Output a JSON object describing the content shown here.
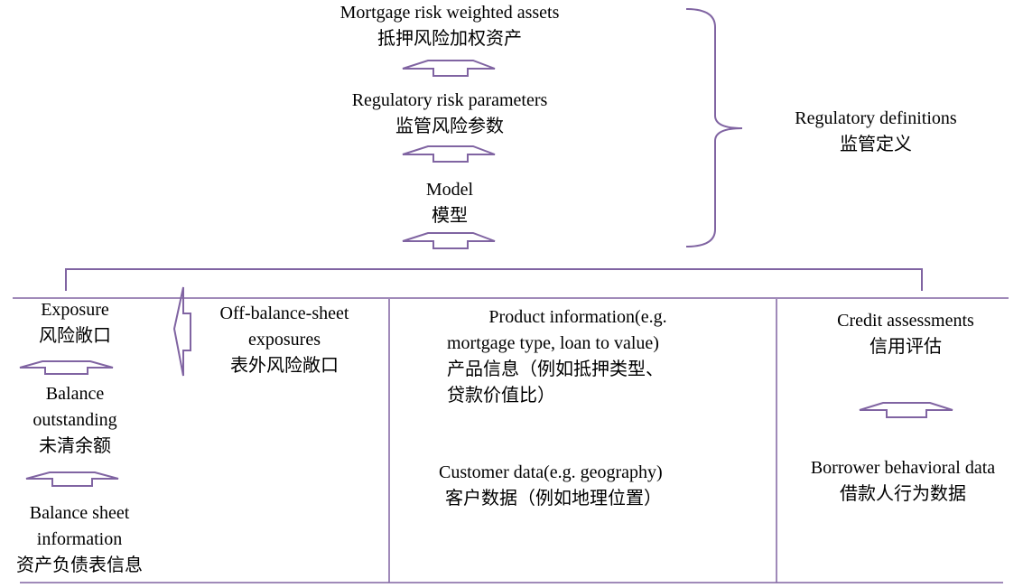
{
  "top_stack": {
    "rwa": {
      "en": "Mortgage risk weighted assets",
      "zh": "抵押风险加权资产"
    },
    "params": {
      "en": "Regulatory risk parameters",
      "zh": "监管风险参数"
    },
    "model": {
      "en": "Model",
      "zh": "模型"
    }
  },
  "regulatory_definitions": {
    "en": "Regulatory definitions",
    "zh": "监管定义"
  },
  "exposure_column": {
    "exposure": {
      "en": "Exposure",
      "zh": "风险敞口"
    },
    "balance_outstanding": {
      "en1": "Balance",
      "en2": "outstanding",
      "zh": "未清余额"
    },
    "balance_sheet": {
      "en1": "Balance sheet",
      "en2": "information",
      "zh": "资产负债表信息"
    }
  },
  "off_balance": {
    "en1": "Off-balance-sheet",
    "en2": "exposures",
    "zh": "表外风险敞口"
  },
  "product_column": {
    "product_info": {
      "en1": "Product information(e.g.",
      "en2": "mortgage type, loan to value)",
      "zh1": "产品信息（例如抵押类型、",
      "zh2": "贷款价值比）"
    },
    "customer_data": {
      "en": "Customer data(e.g. geography)",
      "zh": "客户数据（例如地理位置）"
    }
  },
  "credit_column": {
    "credit_assessments": {
      "en": "Credit assessments",
      "zh": "信用评估"
    },
    "borrower_data": {
      "en": "Borrower behavioral data",
      "zh": "借款人行为数据"
    }
  },
  "colors": {
    "accent": "#8064a2",
    "text": "#000000",
    "background": "#ffffff"
  }
}
